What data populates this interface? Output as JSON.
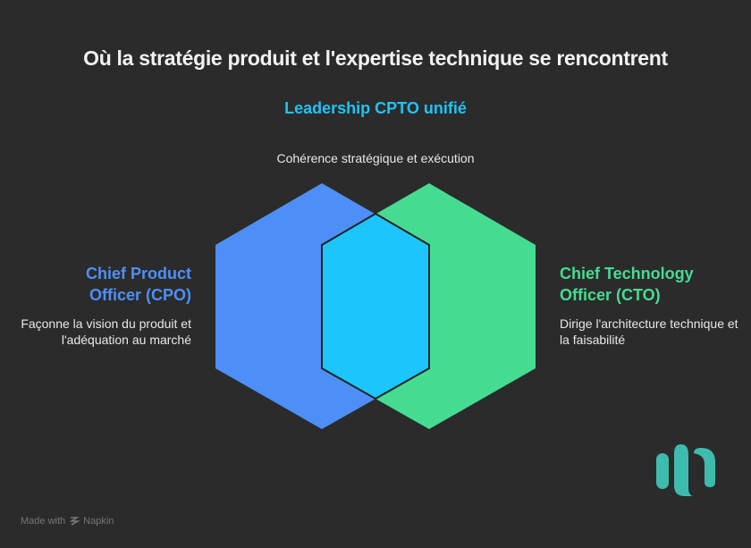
{
  "title": "Où la stratégie produit et l'expertise technique se rencontrent",
  "center": {
    "title": "Leadership CPTO unifié",
    "description": "Cohérence stratégique et exécution"
  },
  "left": {
    "title": "Chief Product Officer (CPO)",
    "description": "Façonne la vision du produit et l'adéquation au marché"
  },
  "right": {
    "title": "Chief Technology Officer (CTO)",
    "description": "Dirige l'architecture technique et la faisabilité"
  },
  "colors": {
    "background": "#2b2b2b",
    "cpo": "#4e8ff7",
    "cto": "#45dc92",
    "overlap": "#1cc5fb",
    "logo": "#3dbcae"
  },
  "footer": {
    "made_with": "Made with",
    "brand": "Napkin"
  }
}
